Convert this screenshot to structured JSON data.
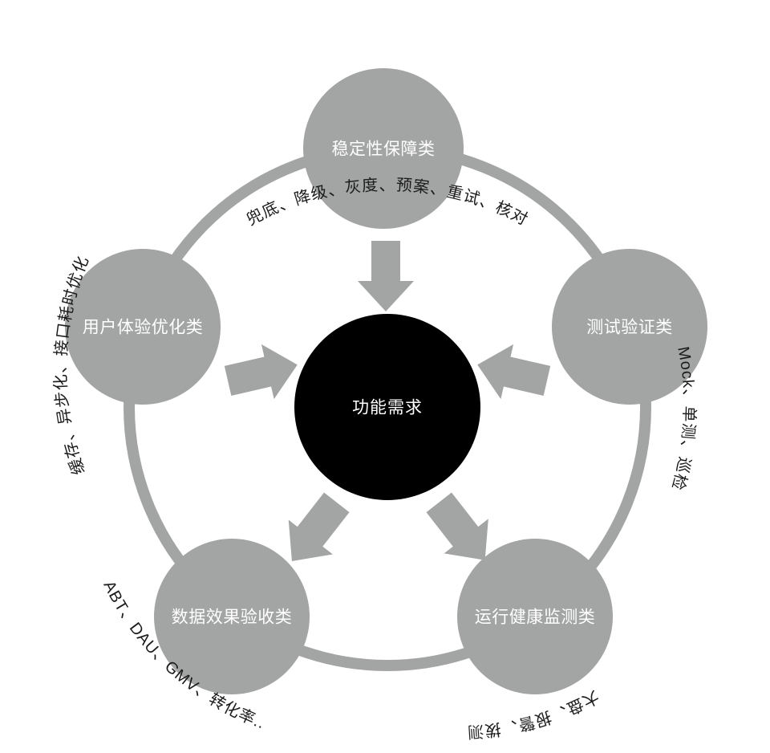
{
  "diagram": {
    "title": "功能需求保障体系环形图",
    "colors": {
      "node_fill": "#a3a5a4",
      "ring": "#a3a5a4",
      "arrow": "#a3a5a4",
      "center_fill": "#000000",
      "node_text": "#ffffff",
      "outer_text": "#1b1b1b",
      "background": "#ffffff"
    },
    "center": {
      "label": "功能需求"
    },
    "nodes": [
      {
        "id": "stability",
        "label": "稳定性保障类",
        "outer_label": "兜底、降级、灰度、预案、重试、核对",
        "position": "top"
      },
      {
        "id": "testing",
        "label": "测试验证类",
        "outer_label": "Mock、单测、巡检",
        "position": "right"
      },
      {
        "id": "health-monitoring",
        "label": "运行健康监测类",
        "outer_label": "大盘、报警、拨测",
        "position": "bottom-right"
      },
      {
        "id": "data-acceptance",
        "label": "数据效果验收类",
        "outer_label": "ABT、DAU、GMV、转化率..",
        "position": "bottom-left"
      },
      {
        "id": "user-experience",
        "label": "用户体验优化类",
        "outer_label": "缓存、异步化、接口耗时优化",
        "position": "left"
      }
    ],
    "arrows": [
      {
        "id": "arrow-from-stability",
        "from": "stability",
        "to": "center",
        "direction": "down"
      },
      {
        "id": "arrow-from-testing",
        "from": "testing",
        "to": "center",
        "direction": "left"
      },
      {
        "id": "arrow-from-health-monitoring",
        "from": "health-monitoring",
        "to": "center",
        "direction": "up-left"
      },
      {
        "id": "arrow-from-data-acceptance",
        "from": "data-acceptance",
        "to": "center",
        "direction": "up-right"
      },
      {
        "id": "arrow-from-user-experience",
        "from": "user-experience",
        "to": "center",
        "direction": "right"
      }
    ]
  }
}
